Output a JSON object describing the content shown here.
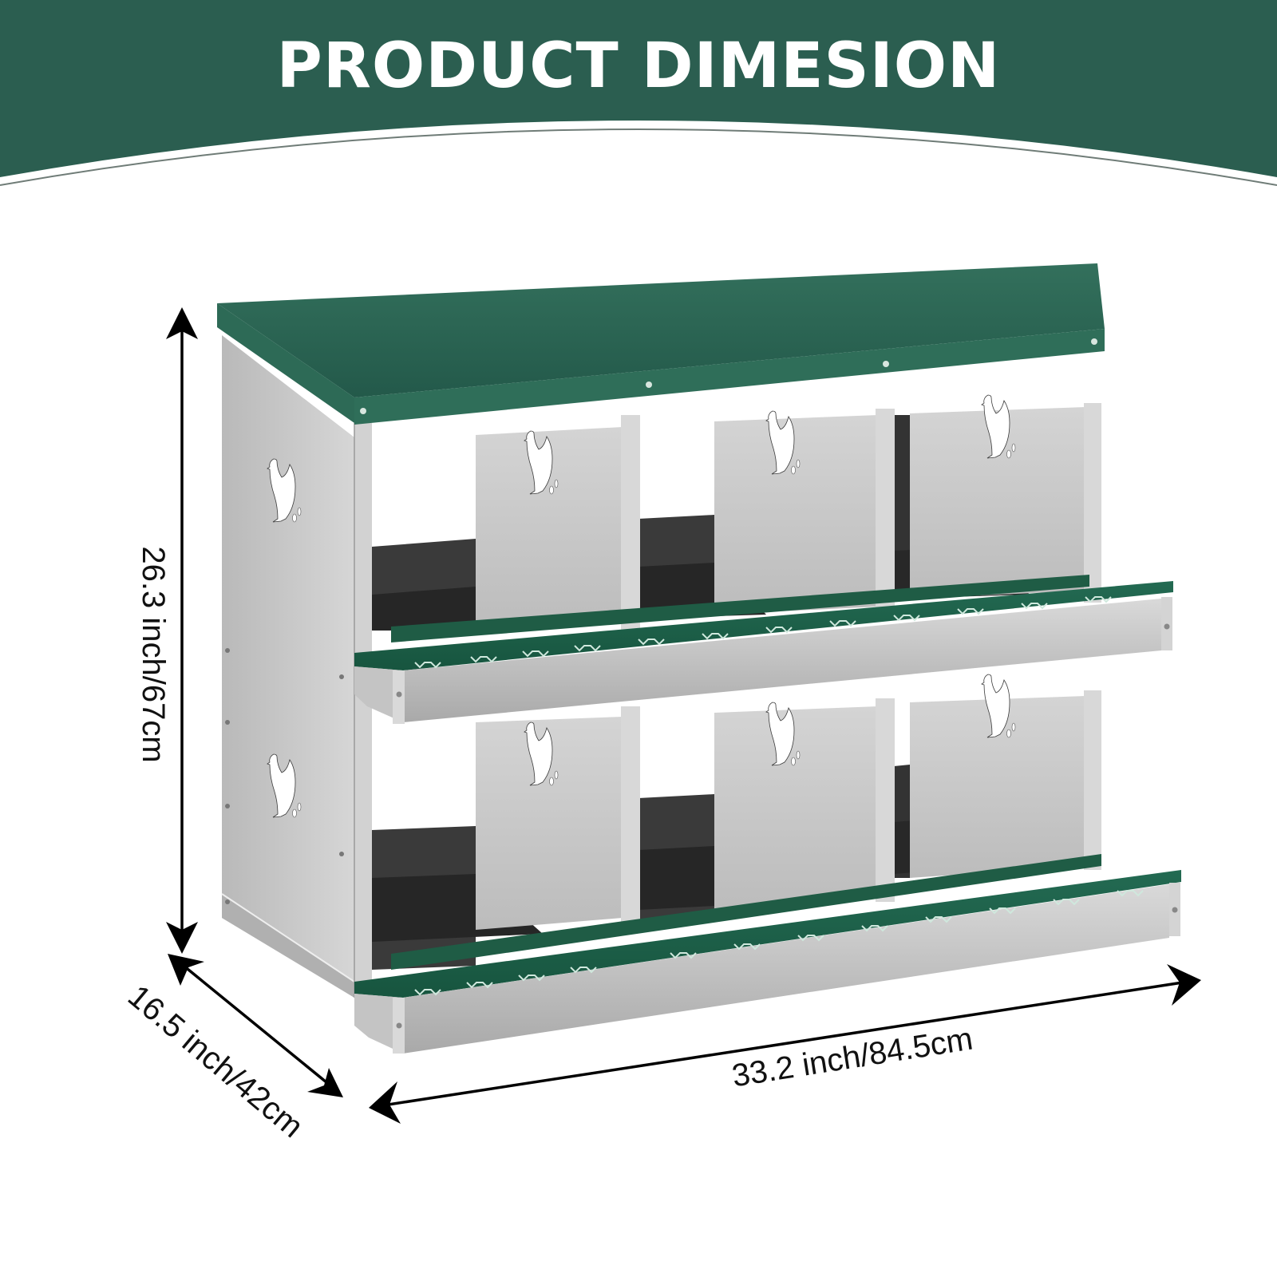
{
  "header": {
    "title": "PRODUCT DIMESION",
    "background_color": "#2b5e50",
    "text_color": "#ffffff"
  },
  "product": {
    "name": "chicken-nesting-box",
    "description": "6-compartment galvanized metal nesting box, 2 tiers x 3 nests, green roof and green perches with hen cut-outs",
    "roof_color": "#2b6a52",
    "body_color": "#c8c8c8",
    "interior_color": "#2e2e2e",
    "perch_color": "#1f5c45",
    "tiers": 2,
    "nests_per_tier": 3
  },
  "dimensions": {
    "height": {
      "label": "26.3 inch/67cm",
      "inch": 26.3,
      "cm": 67
    },
    "depth": {
      "label": "16.5 inch/42cm",
      "inch": 16.5,
      "cm": 42
    },
    "width": {
      "label": "33.2 inch/84.5cm",
      "inch": 33.2,
      "cm": 84.5
    }
  }
}
